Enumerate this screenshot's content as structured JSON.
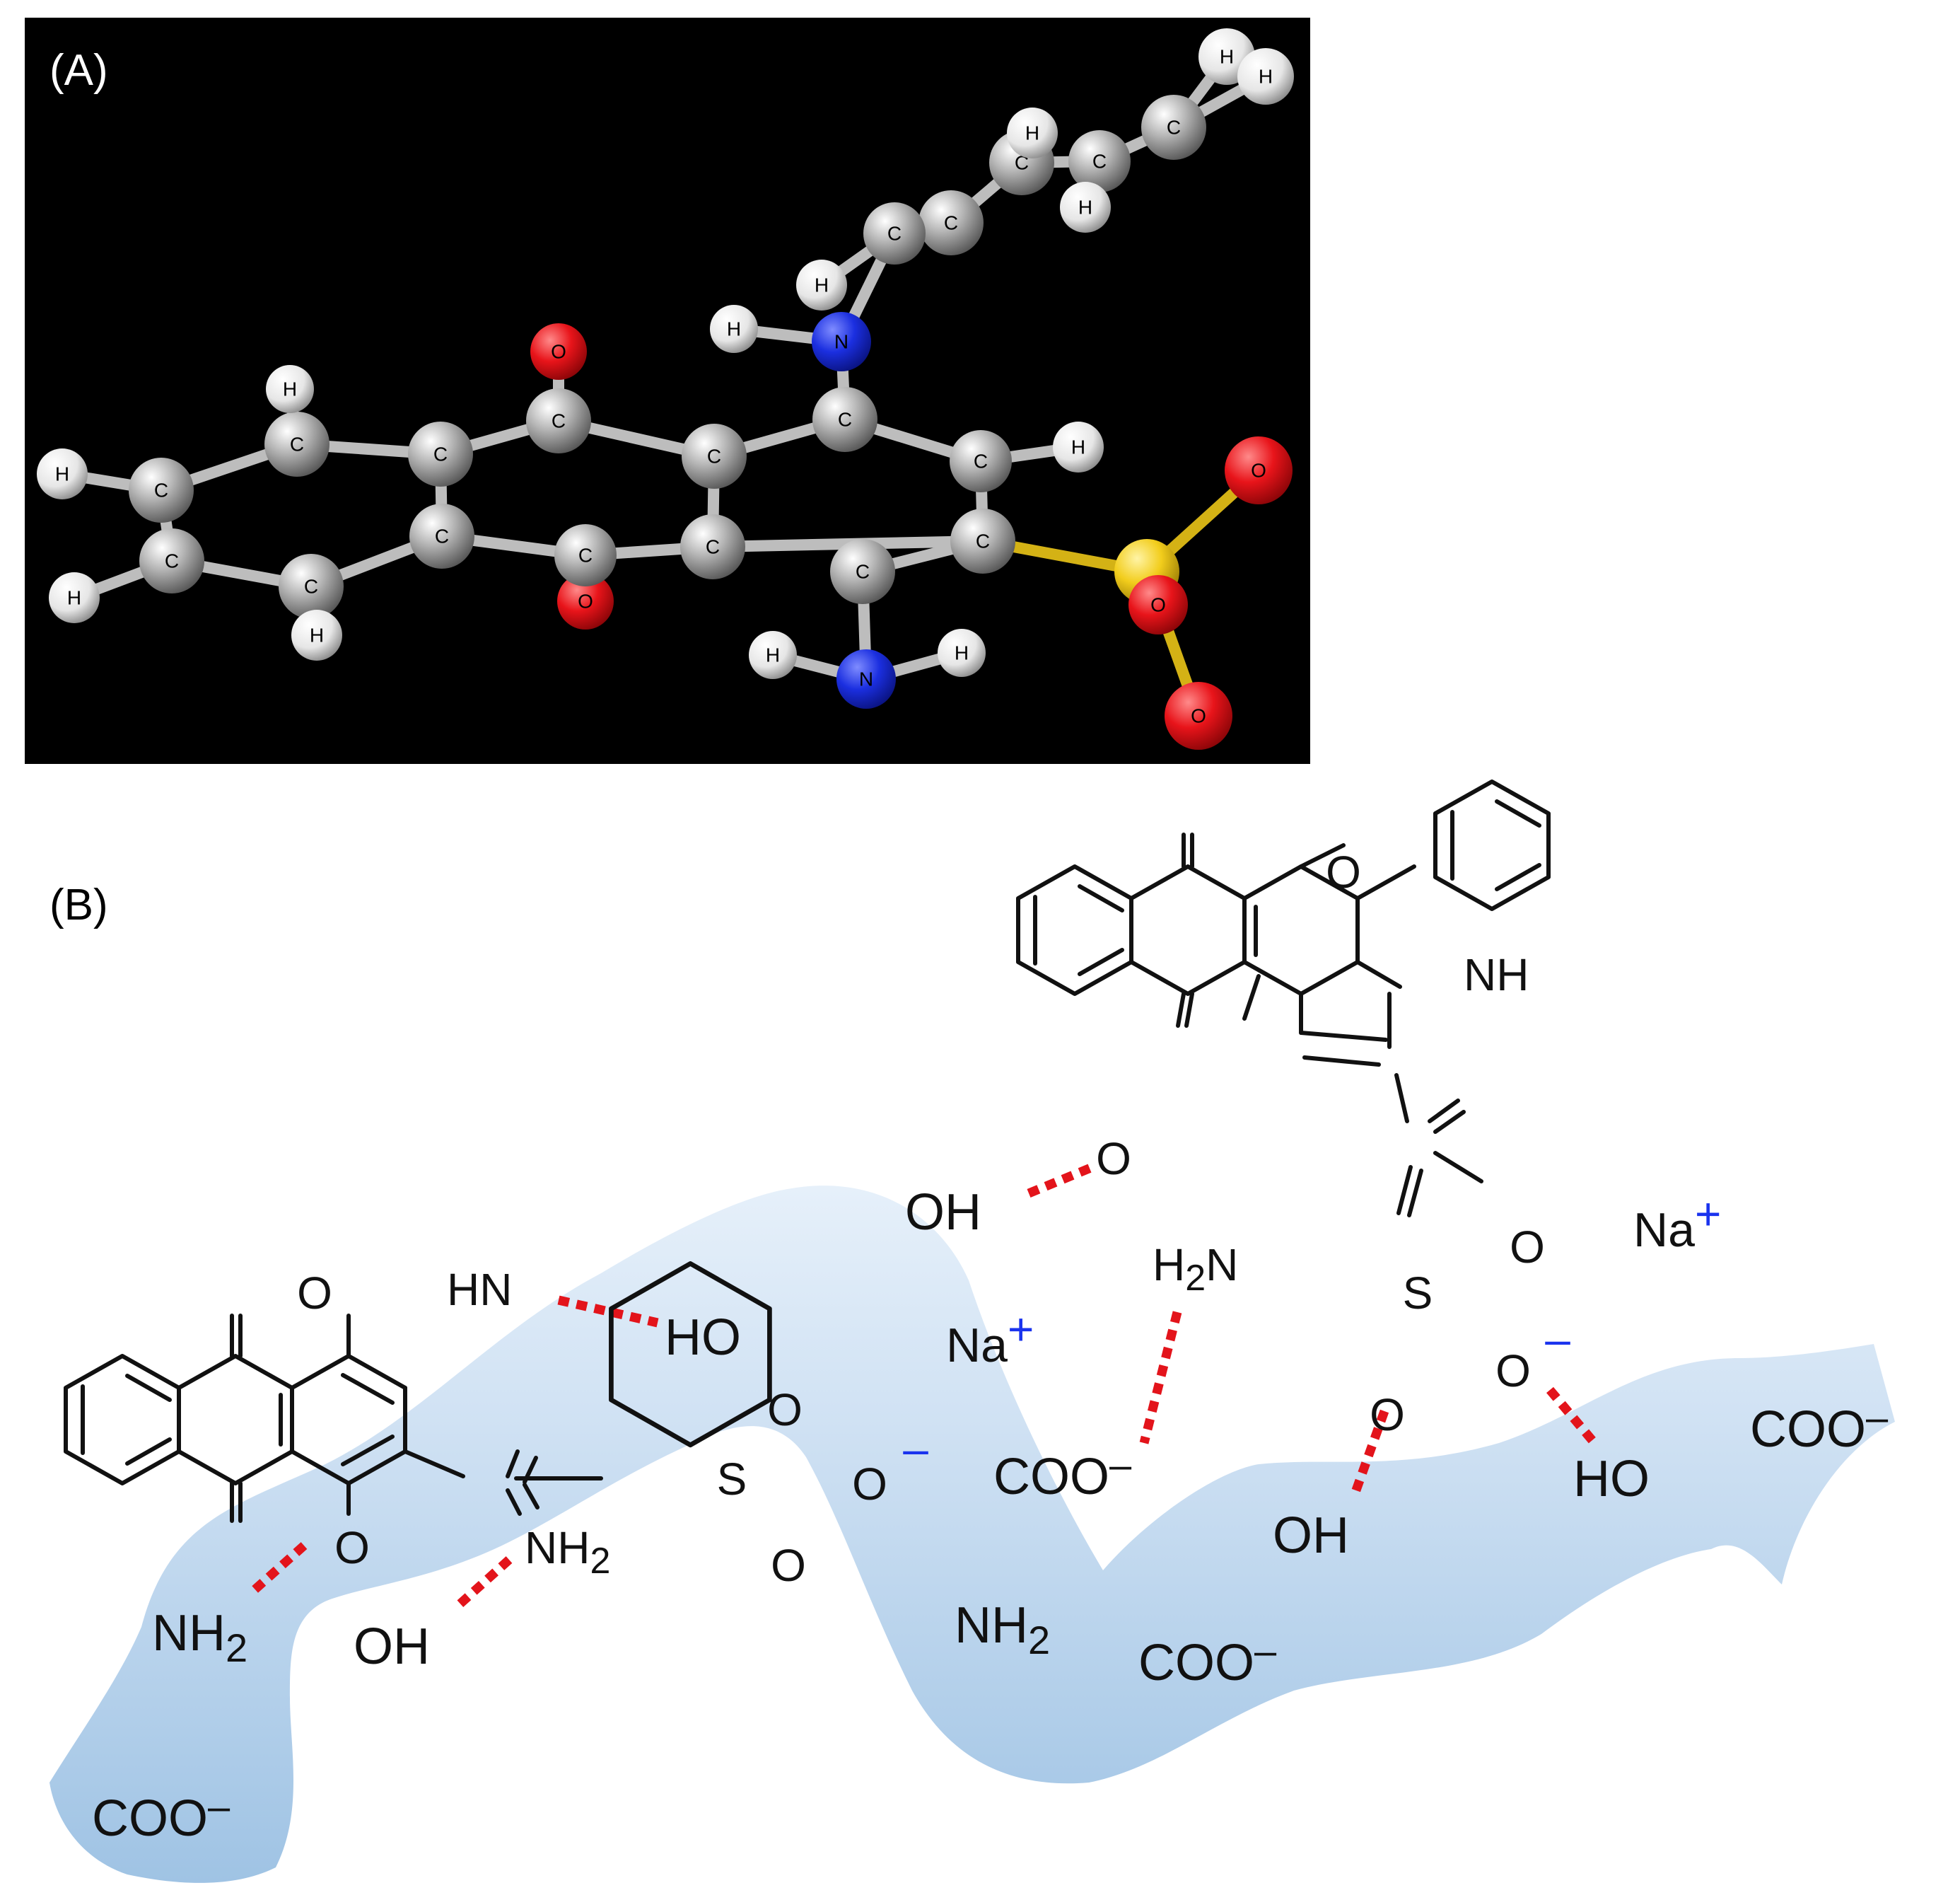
{
  "panels": {
    "a": {
      "label": "(A)"
    },
    "b": {
      "label": "(B)"
    }
  },
  "atom_colors": {
    "C": "#a9a9a9",
    "H": "#efefef",
    "N": "#1b2fe0",
    "O": "#e8141a",
    "S": "#f2cd1c",
    "background": "#000000",
    "polymer_band": "#a9cbe8",
    "hydrogen_bond": "#e3141b",
    "charge_sign": "#1a33ee"
  },
  "atom_symbols": {
    "C": "C",
    "H": "H",
    "N": "N",
    "O": "O"
  },
  "diagram_b": {
    "left_molecule": {
      "carbonyl_top": "O",
      "carbonyl_bottom": "O",
      "amine_nh": "HN",
      "amine_nh2_base": "NH",
      "amine_nh2_sub": "2",
      "sulfur": "S",
      "sulfonyl_o_top": "O",
      "sulfonyl_o_bottom": "O",
      "sulfonate_o": "O",
      "charge": "–"
    },
    "right_molecule": {
      "carbonyl_top": "O",
      "carbonyl_bottom": "O",
      "amine_nh": "NH",
      "amine_h2n_pre": "H",
      "amine_h2n_sub": "2",
      "amine_h2n_post": "N",
      "sulfur": "S",
      "sulfonyl_o_top": "O",
      "sulfonyl_o_bottom": "O",
      "sulfonate_o": "O",
      "charge": "–"
    },
    "polymer_groups": {
      "ho_left": "HO",
      "oh_top": "OH",
      "nh2_left_base": "NH",
      "nh2_left_sub": "2",
      "oh_left": "OH",
      "coo_bottom_left": "COO",
      "nh2_mid_base": "NH",
      "nh2_mid_sub": "2",
      "coo_mid": "COO",
      "coo_mid_low": "COO",
      "oh_right": "OH",
      "ho_right": "HO",
      "coo_right": "COO",
      "anion_minus": "–"
    },
    "counter_ions": {
      "na_left": "Na",
      "na_right": "Na",
      "plus": "+"
    }
  }
}
